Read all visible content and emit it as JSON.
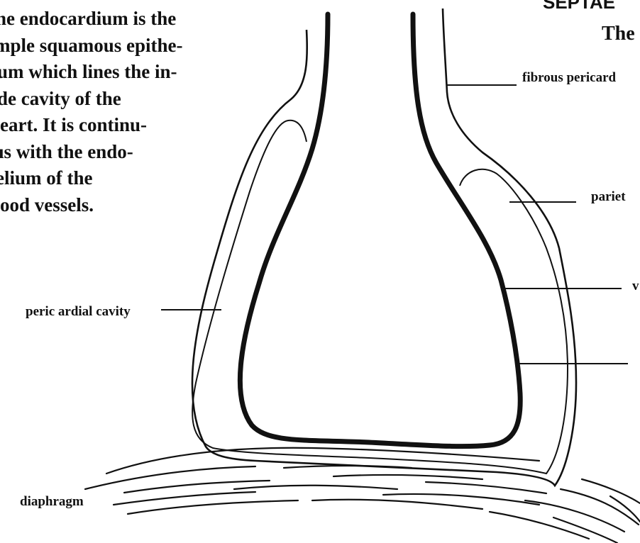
{
  "text_block": {
    "lines": [
      "he endocardium is the",
      "mple squamous epithe-",
      "um which lines the in-",
      "de cavity of the",
      "eart. It is continu-",
      "ıs with the endo-",
      "elium of the",
      "ood vessels."
    ]
  },
  "heading": "SEPTAE",
  "right_text": "The",
  "labels": {
    "fibrous_pericardium": "fibrous pericard",
    "parietal": "pariet",
    "visceral": "v",
    "pericardial_cavity": "peric ardial cavity",
    "diaphragm": "diaphragm"
  }
}
